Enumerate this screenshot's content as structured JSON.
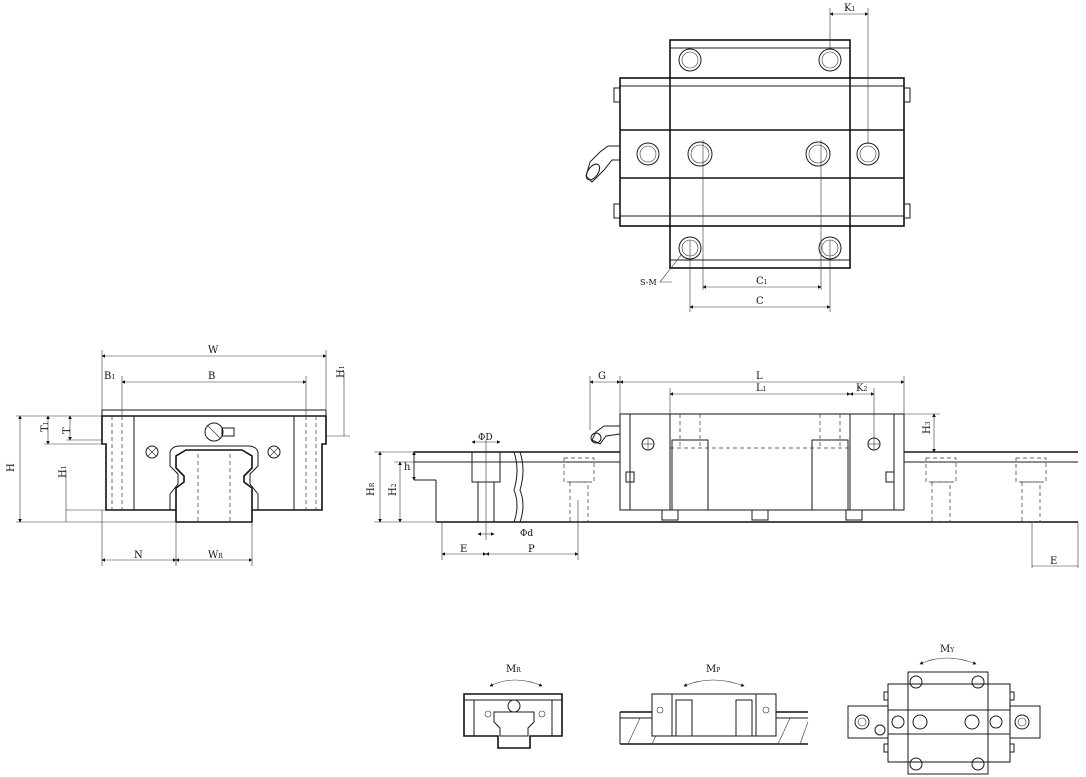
{
  "labels": {
    "W": "W",
    "B": "B",
    "B1": "B",
    "B1_sub": "1",
    "H": "H",
    "H1": "H",
    "H1_sub": "1",
    "H1b": "H",
    "H1b_sub": "1",
    "T": "T",
    "T1": "T",
    "T1_sub": "1",
    "N": "N",
    "WR": "W",
    "WR_sub": "R",
    "K1": "K",
    "K1_sub": "1",
    "C1": "C",
    "C1_sub": "1",
    "C": "C",
    "SM": "S-M",
    "G": "G",
    "L": "L",
    "L1": "L",
    "L1_sub": "1",
    "K2": "K",
    "K2_sub": "2",
    "H2": "H",
    "H2_sub": "2",
    "H3": "H",
    "H3_sub": "3",
    "HR": "H",
    "HR_sub": "R",
    "h": "h",
    "phiD": "ΦD",
    "phid": "Φd",
    "E": "E",
    "P": "P",
    "E2": "E",
    "MR": "M",
    "MR_sub": "R",
    "MP": "M",
    "MP_sub": "P",
    "MY": "M",
    "MY_sub": "Y"
  }
}
